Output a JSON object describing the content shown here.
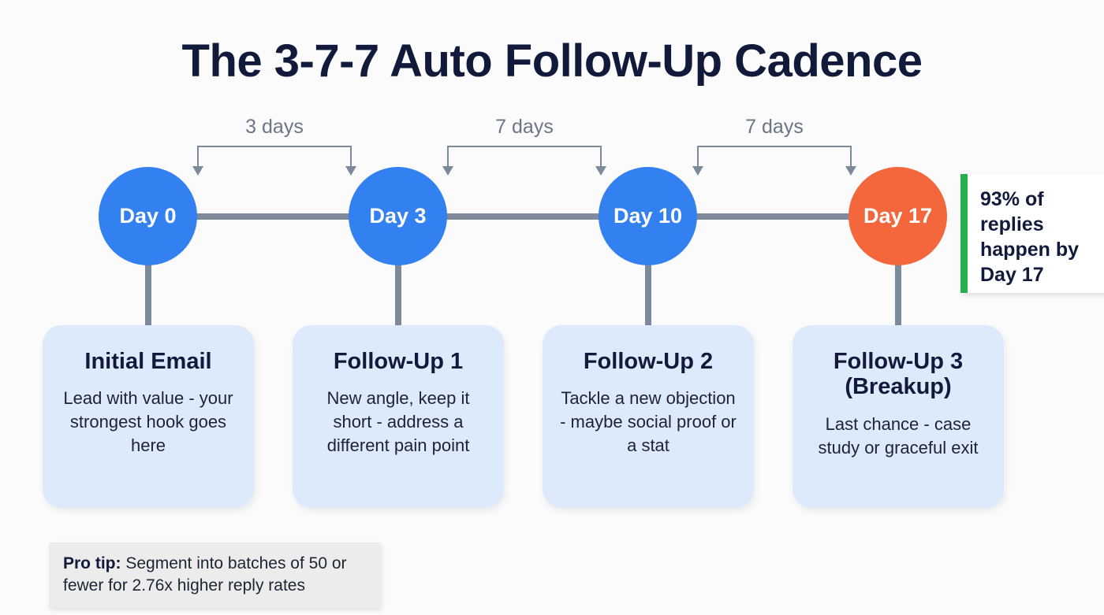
{
  "title": "The 3-7-7 Auto Follow-Up Cadence",
  "colors": {
    "background": "#fbfbfc",
    "node_blue": "#3380f0",
    "node_orange": "#f4673c",
    "connector": "#7d8a9c",
    "card_background": "#ddeafb",
    "accent_green": "#23b24e",
    "title_text": "#111a3a",
    "protip_background": "#ececec"
  },
  "timeline": {
    "nodes": [
      {
        "label": "Day 0",
        "color": "blue"
      },
      {
        "label": "Day 3",
        "color": "blue"
      },
      {
        "label": "Day 10",
        "color": "blue"
      },
      {
        "label": "Day 17",
        "color": "orange"
      }
    ],
    "gaps": [
      {
        "label": "3 days"
      },
      {
        "label": "7 days"
      },
      {
        "label": "7 days"
      }
    ]
  },
  "cards": [
    {
      "title": "Initial Email",
      "body": "Lead with value - your strongest hook goes here"
    },
    {
      "title": "Follow-Up 1",
      "body": "New angle, keep it short - address a different pain point"
    },
    {
      "title": "Follow-Up 2",
      "body": "Tackle a new objection - maybe social proof or a stat"
    },
    {
      "title": "Follow-Up 3 (Breakup)",
      "body": "Last chance - case study or graceful exit"
    }
  ],
  "callout": {
    "text": "93% of replies happen by Day 17",
    "stat_value": "93%",
    "accent_color": "#23b24e"
  },
  "protip": {
    "label": "Pro tip:",
    "text": " Segment into batches of 50 or fewer for 2.76x higher reply rates"
  }
}
